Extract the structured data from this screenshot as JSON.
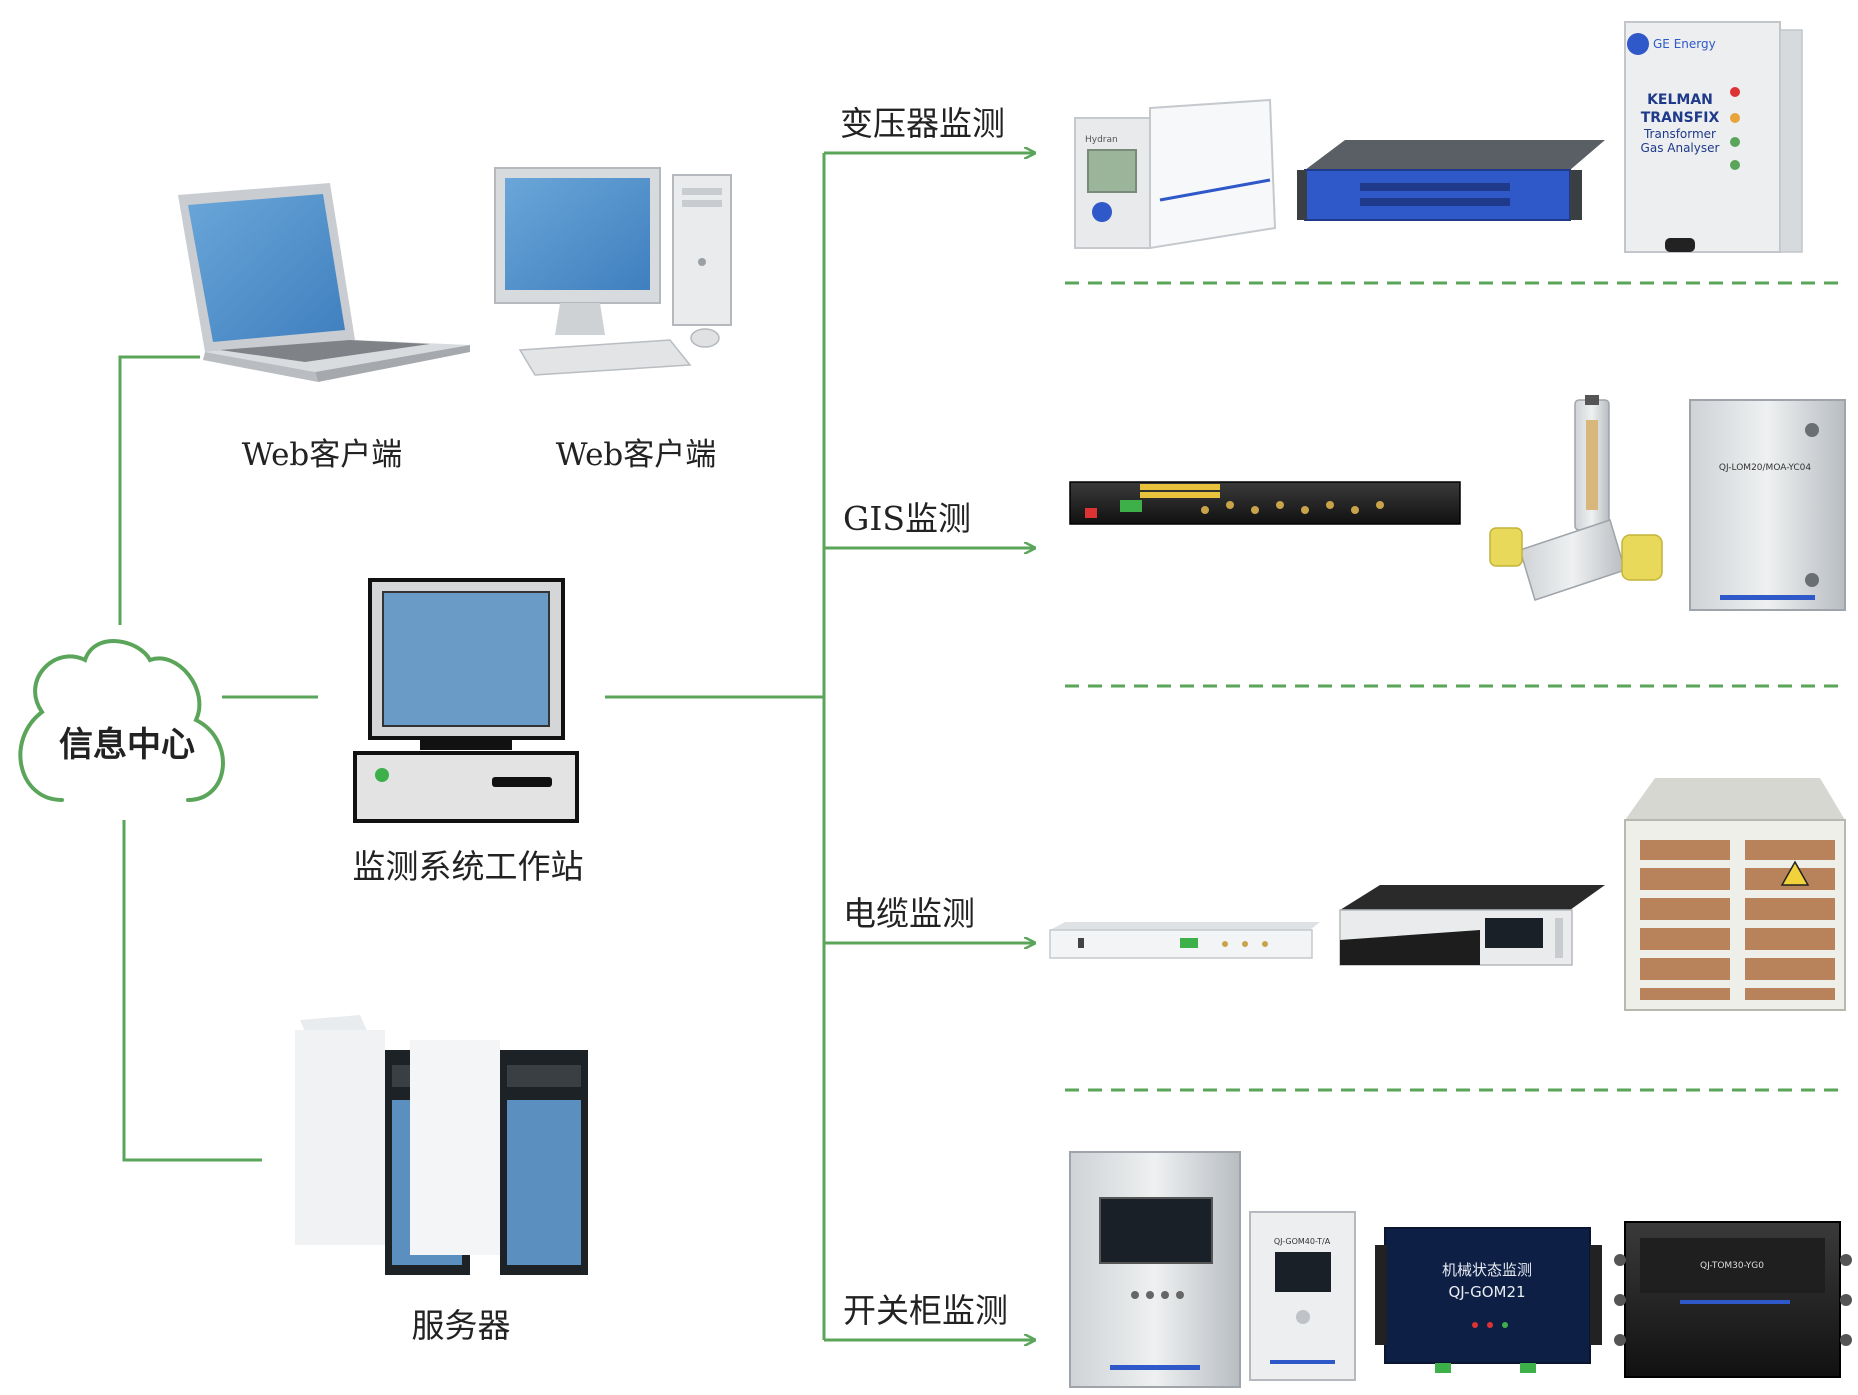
{
  "center": {
    "label": "信息中心"
  },
  "clients": [
    {
      "label": "Web客户端"
    },
    {
      "label": "Web客户端"
    }
  ],
  "workstation": {
    "label": "监测系统工作站"
  },
  "server": {
    "label": "服务器"
  },
  "categories": [
    {
      "label": "变压器监测"
    },
    {
      "label": "GIS监测"
    },
    {
      "label": "电缆监测"
    },
    {
      "label": "开关柜监测"
    }
  ],
  "device_text": {
    "ge_brand": "GE Energy",
    "kelman_1": "KELMAN",
    "kelman_2": "TRANSFIX",
    "kelman_3": "Transformer",
    "kelman_4": "Gas Analyser",
    "hydran": "Hydran",
    "qj_lom": "QJ-LOM20/MOA-YC04",
    "mech_title": "机械状态监测",
    "mech_model": "QJ-GOM21",
    "switch_panel_model": "QJ-GOM40-T/A",
    "fiber_model": "QJ-TOM30-YG0"
  },
  "colors": {
    "line": "#5aa55a",
    "accent_blue": "#7fb0d8",
    "device_blue": "#2f58c8"
  }
}
